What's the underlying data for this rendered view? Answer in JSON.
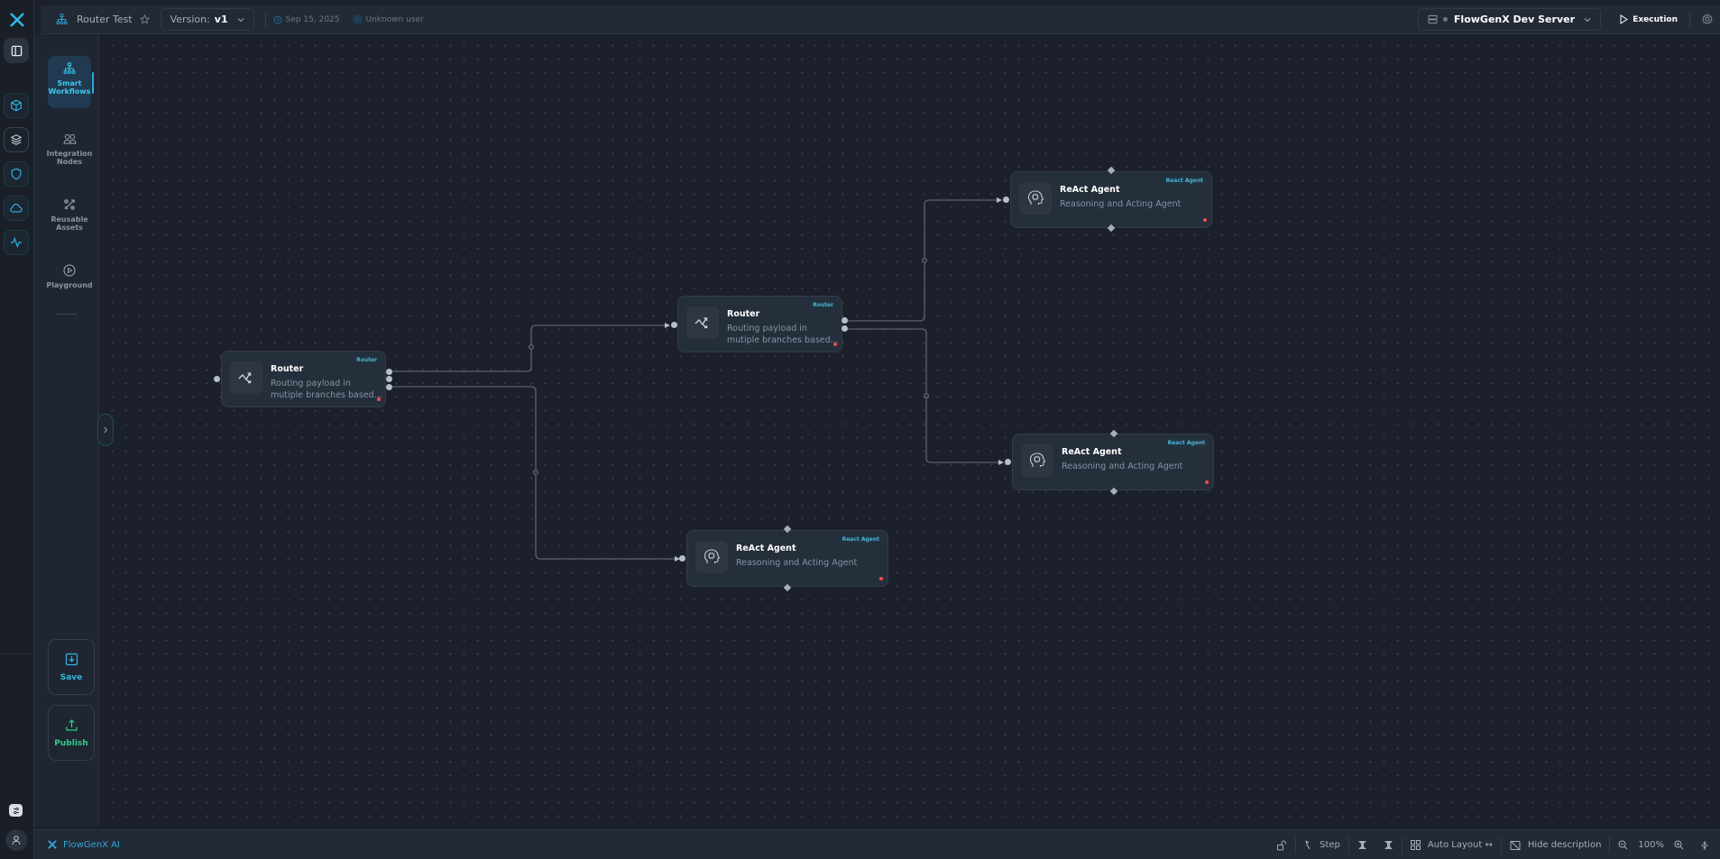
{
  "app": {
    "brand_name": "FlowGenX AI",
    "accent_color": "#2fa9d8"
  },
  "header": {
    "workflow_title": "Router Test",
    "version_label": "Version:",
    "version_value": "v1",
    "date": "Sep 15, 2025",
    "user": "Unknown user",
    "server_name": "FlowGenX Dev Server",
    "execution_label": "Execution"
  },
  "rail": {
    "icons": [
      "panel-toggle-icon",
      "cube-icon",
      "layers-icon",
      "shield-icon",
      "cloud-icon",
      "activity-icon"
    ]
  },
  "sidebar": {
    "items": [
      {
        "label_1": "Smart",
        "label_2": "Workflows",
        "icon": "workflow-icon",
        "active": true
      },
      {
        "label_1": "Integration",
        "label_2": "Nodes",
        "icon": "users-icon",
        "active": false
      },
      {
        "label_1": "Reusable",
        "label_2": "Assets",
        "icon": "tools-icon",
        "active": false
      },
      {
        "label_1": "Playground",
        "label_2": "",
        "icon": "play-circle-icon",
        "active": false
      }
    ],
    "save_label": "Save",
    "publish_label": "Publish",
    "save_color": "#2fb6e6",
    "publish_color": "#2ecc8f"
  },
  "nodes": [
    {
      "id": "router-1",
      "name": "Router",
      "description_1": "Routing payload in",
      "description_2": "mutiple branches based...",
      "tag": "Router",
      "type": "router"
    },
    {
      "id": "router-2",
      "name": "Router",
      "description_1": "Routing payload in",
      "description_2": "mutiple branches based...",
      "tag": "Router",
      "type": "router"
    },
    {
      "id": "agent-1",
      "name": "ReAct Agent",
      "description_1": "Reasoning and Acting Agent",
      "description_2": "",
      "tag": "React Agent",
      "type": "agent"
    },
    {
      "id": "agent-2",
      "name": "ReAct Agent",
      "description_1": "Reasoning and Acting Agent",
      "description_2": "",
      "tag": "React Agent",
      "type": "agent"
    },
    {
      "id": "agent-3",
      "name": "ReAct Agent",
      "description_1": "Reasoning and Acting Agent",
      "description_2": "",
      "tag": "React Agent",
      "type": "agent"
    }
  ],
  "edges": [
    {
      "from": "router-1",
      "to": "router-2"
    },
    {
      "from": "router-1",
      "to": "agent-3"
    },
    {
      "from": "router-2",
      "to": "agent-1"
    },
    {
      "from": "router-2",
      "to": "agent-2"
    }
  ],
  "footer": {
    "step_label": "Step",
    "auto_layout_label": "Auto Layout ↔",
    "hide_description_label": "Hide description",
    "zoom_level": "100%"
  }
}
